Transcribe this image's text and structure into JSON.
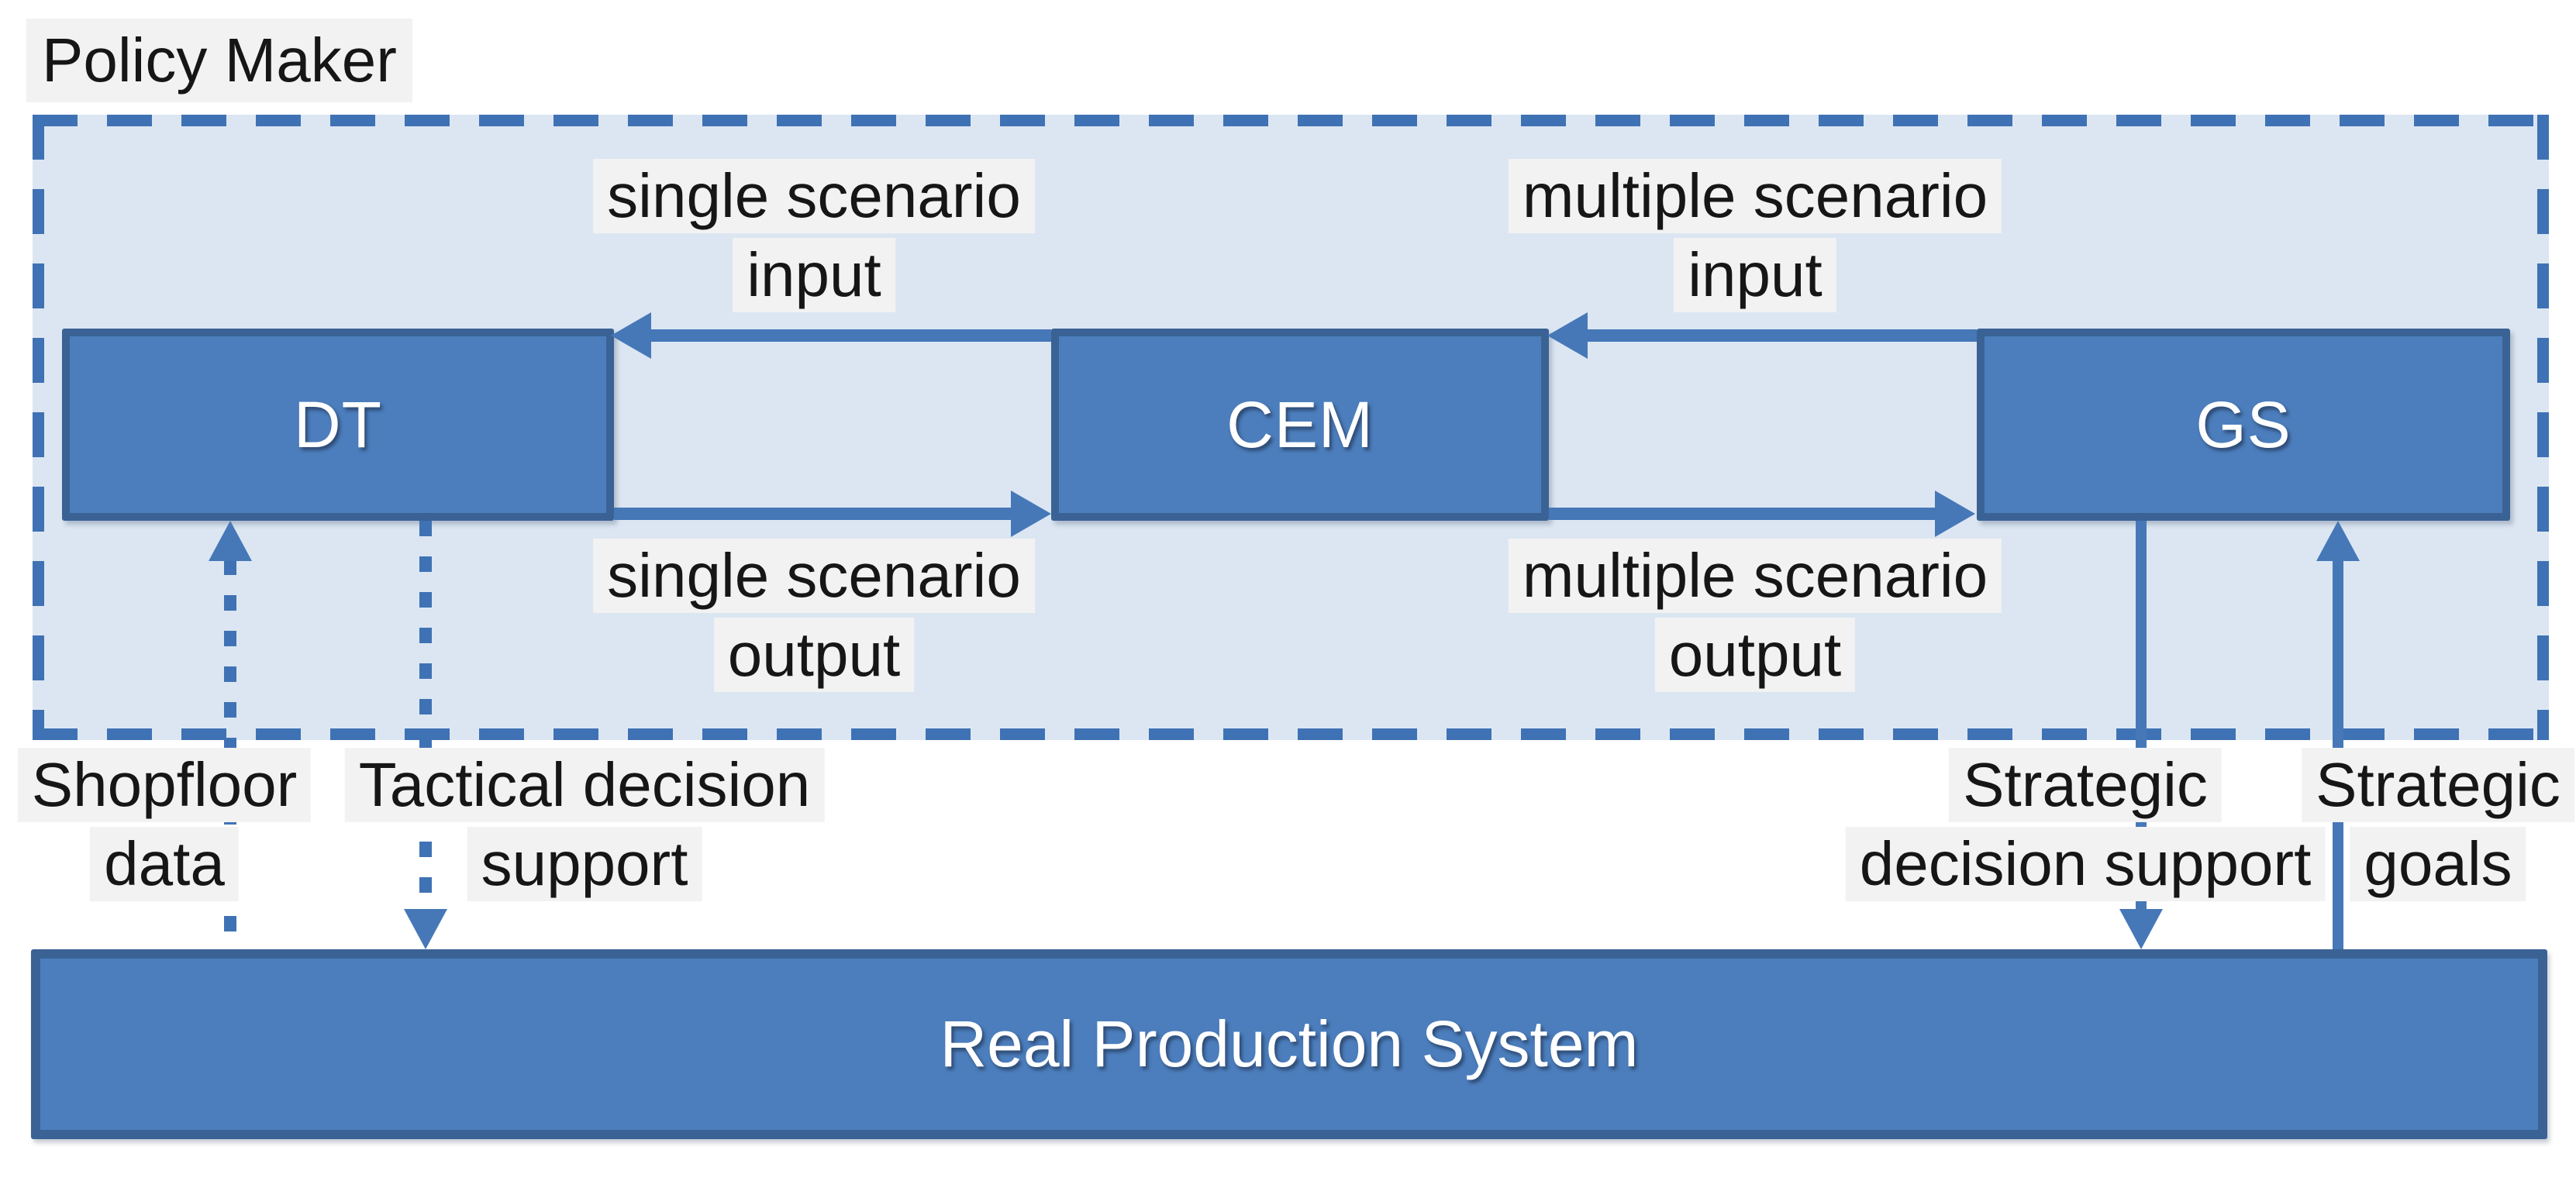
{
  "colors": {
    "accent": "#4c7ebd",
    "accent_dark": "#3a6294",
    "arrow": "#4678b8",
    "dash": "#3f72b4",
    "panel_fill": "#dce6f2",
    "label_bg": "#f2f2f2",
    "text_dark": "#161616",
    "text_light": "#ffffff"
  },
  "header": {
    "policy_maker_label": "Policy Maker"
  },
  "modules": [
    {
      "id": "dt",
      "label": "DT"
    },
    {
      "id": "cem",
      "label": "CEM"
    },
    {
      "id": "gs",
      "label": "GS"
    }
  ],
  "flows": [
    {
      "id": "single-scenario-input",
      "line1": "single scenario",
      "line2": "input",
      "from": "CEM",
      "to": "DT"
    },
    {
      "id": "multiple-scenario-input",
      "line1": "multiple scenario",
      "line2": "input",
      "from": "GS",
      "to": "CEM"
    },
    {
      "id": "single-scenario-output",
      "line1": "single scenario",
      "line2": "output",
      "from": "DT",
      "to": "CEM"
    },
    {
      "id": "multiple-scenario-output",
      "line1": "multiple scenario",
      "line2": "output",
      "from": "CEM",
      "to": "GS"
    }
  ],
  "io": [
    {
      "id": "shopfloor-data",
      "line1": "Shopfloor",
      "line2": "data",
      "style": "dotted",
      "direction": "up"
    },
    {
      "id": "tactical-decision-support",
      "line1": "Tactical decision",
      "line2": "support",
      "style": "dotted",
      "direction": "down"
    },
    {
      "id": "strategic-decision-support",
      "line1": "Strategic",
      "line2": "decision support",
      "style": "solid",
      "direction": "down"
    },
    {
      "id": "strategic-goals",
      "line1": "Strategic",
      "line2": "goals",
      "style": "solid",
      "direction": "up"
    }
  ],
  "production_system": {
    "label": "Real Production System"
  }
}
